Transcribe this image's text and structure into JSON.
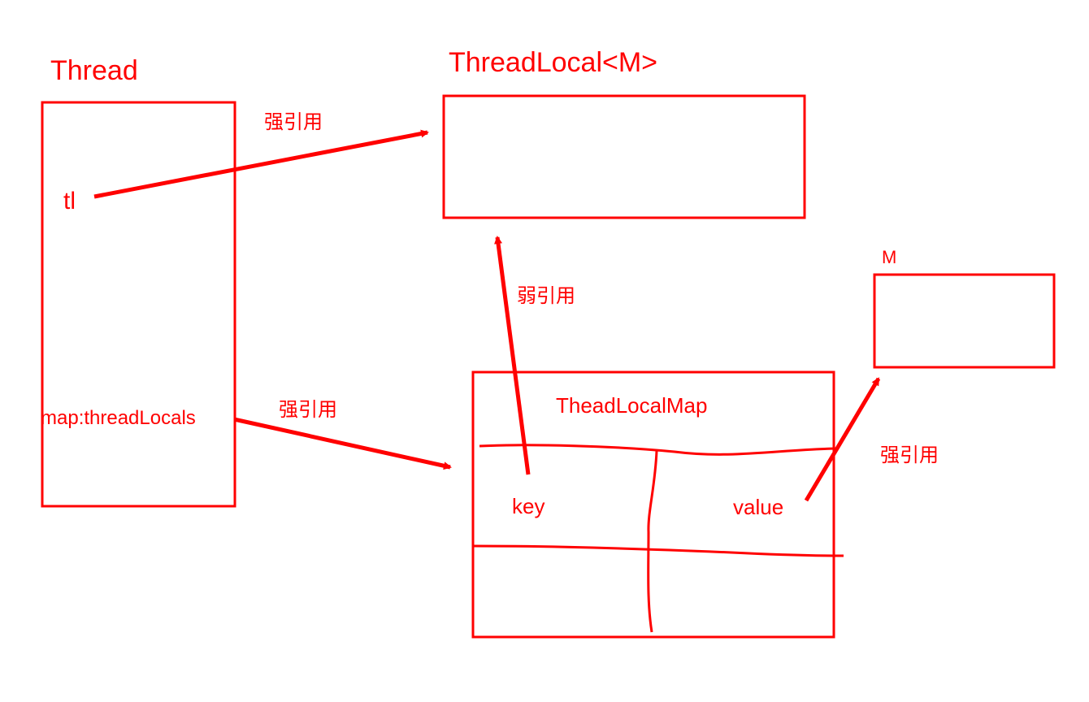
{
  "diagram": {
    "color": "#ff0000",
    "thread": {
      "title": "Thread",
      "field_tl": "tl",
      "field_map": "map:threadLocals"
    },
    "threadlocal": {
      "title": "ThreadLocal<M>"
    },
    "value_object": {
      "title": "M"
    },
    "map": {
      "title": "TheadLocalMap",
      "key": "key",
      "value": "value"
    },
    "edges": {
      "tl_to_threadlocal": "强引用",
      "key_to_threadlocal": "弱引用",
      "map_to_threadlocalmap": "强引用",
      "value_to_m": "强引用"
    }
  }
}
